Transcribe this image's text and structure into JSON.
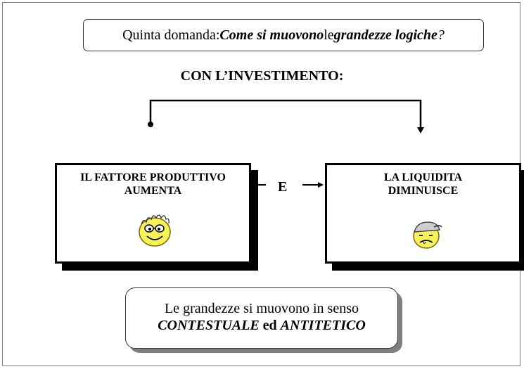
{
  "question": {
    "prefix": "Quinta domanda: ",
    "emph1": "Come si muovono",
    "middle": " le ",
    "emph2": "grandezze logiche",
    "suffix": "?"
  },
  "heading": "CON L’INVESTIMENTO:",
  "left_box": {
    "line1": "IL FATTORE PRODUTTIVO",
    "line2": "AUMENTA",
    "icon": "happy-smiley-icon"
  },
  "right_box": {
    "line1": "LA LIQUIDITA",
    "line2": "DIMINUISCE",
    "icon": "sad-smiley-cap-icon"
  },
  "connector_letter": "E",
  "conclusion": {
    "line1": "Le grandezze si muovono in senso",
    "emph1": "CONTESTUALE",
    "middle": " ed ",
    "emph2": "ANTITETICO"
  },
  "colors": {
    "face_fill": "#f7f25a",
    "face_stroke": "#7a6a10"
  }
}
